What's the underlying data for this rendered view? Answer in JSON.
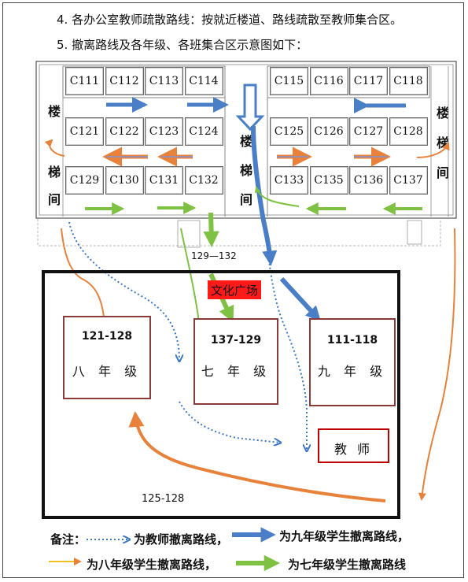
{
  "lines": {
    "l4": "4. 各办公室教师疏散路线：按就近楼道、路线疏散至教师集合区。",
    "l5": "5. 撤离路线及各年级、各班集合区示意图如下："
  },
  "rooms": {
    "top_left": [
      "C111",
      "C112",
      "C113",
      "C114"
    ],
    "top_right": [
      "C115",
      "C116",
      "C117",
      "C118"
    ],
    "mid_left": [
      "C121",
      "C122",
      "C123",
      "C124"
    ],
    "mid_right": [
      "C125",
      "C126",
      "C127",
      "C128"
    ],
    "bot_left": [
      "C129",
      "C130",
      "C131",
      "C132"
    ],
    "bot_right": [
      "C133",
      "C135",
      "C136",
      "C137"
    ]
  },
  "stairs": {
    "left": [
      "楼",
      "梯",
      "间"
    ],
    "center": [
      "楼",
      "梯",
      "间"
    ],
    "right": [
      "楼",
      "梯",
      "间"
    ]
  },
  "labels": {
    "route_129_132": "129—132",
    "plaza": "文化广场",
    "route_125_128": "125-128"
  },
  "zones": {
    "grade8": {
      "num": "121-128",
      "name": "八 年 级"
    },
    "grade7": {
      "num": "137-129",
      "name": "七 年 级"
    },
    "grade9": {
      "num": "111-118",
      "name": "九 年 级"
    },
    "teacher": {
      "name": "教 师"
    }
  },
  "legend": {
    "prefix": "备注：",
    "teacher": "为教师撤离路线，",
    "grade9": "为九年级学生撤离路线，",
    "grade8": "为八年级学生撤离路线，",
    "grade7": "为七年级学生撤离路线"
  },
  "colors": {
    "teacher_route": "#3d78c8",
    "grade9_route": "#4a7fc8",
    "grade8_route": "#e8823a",
    "grade7_route": "#7fc243",
    "plaza_bg": "#ff1a1a",
    "zone_border": "#8b3a3a",
    "teacher_zone_border": "#c00000"
  }
}
